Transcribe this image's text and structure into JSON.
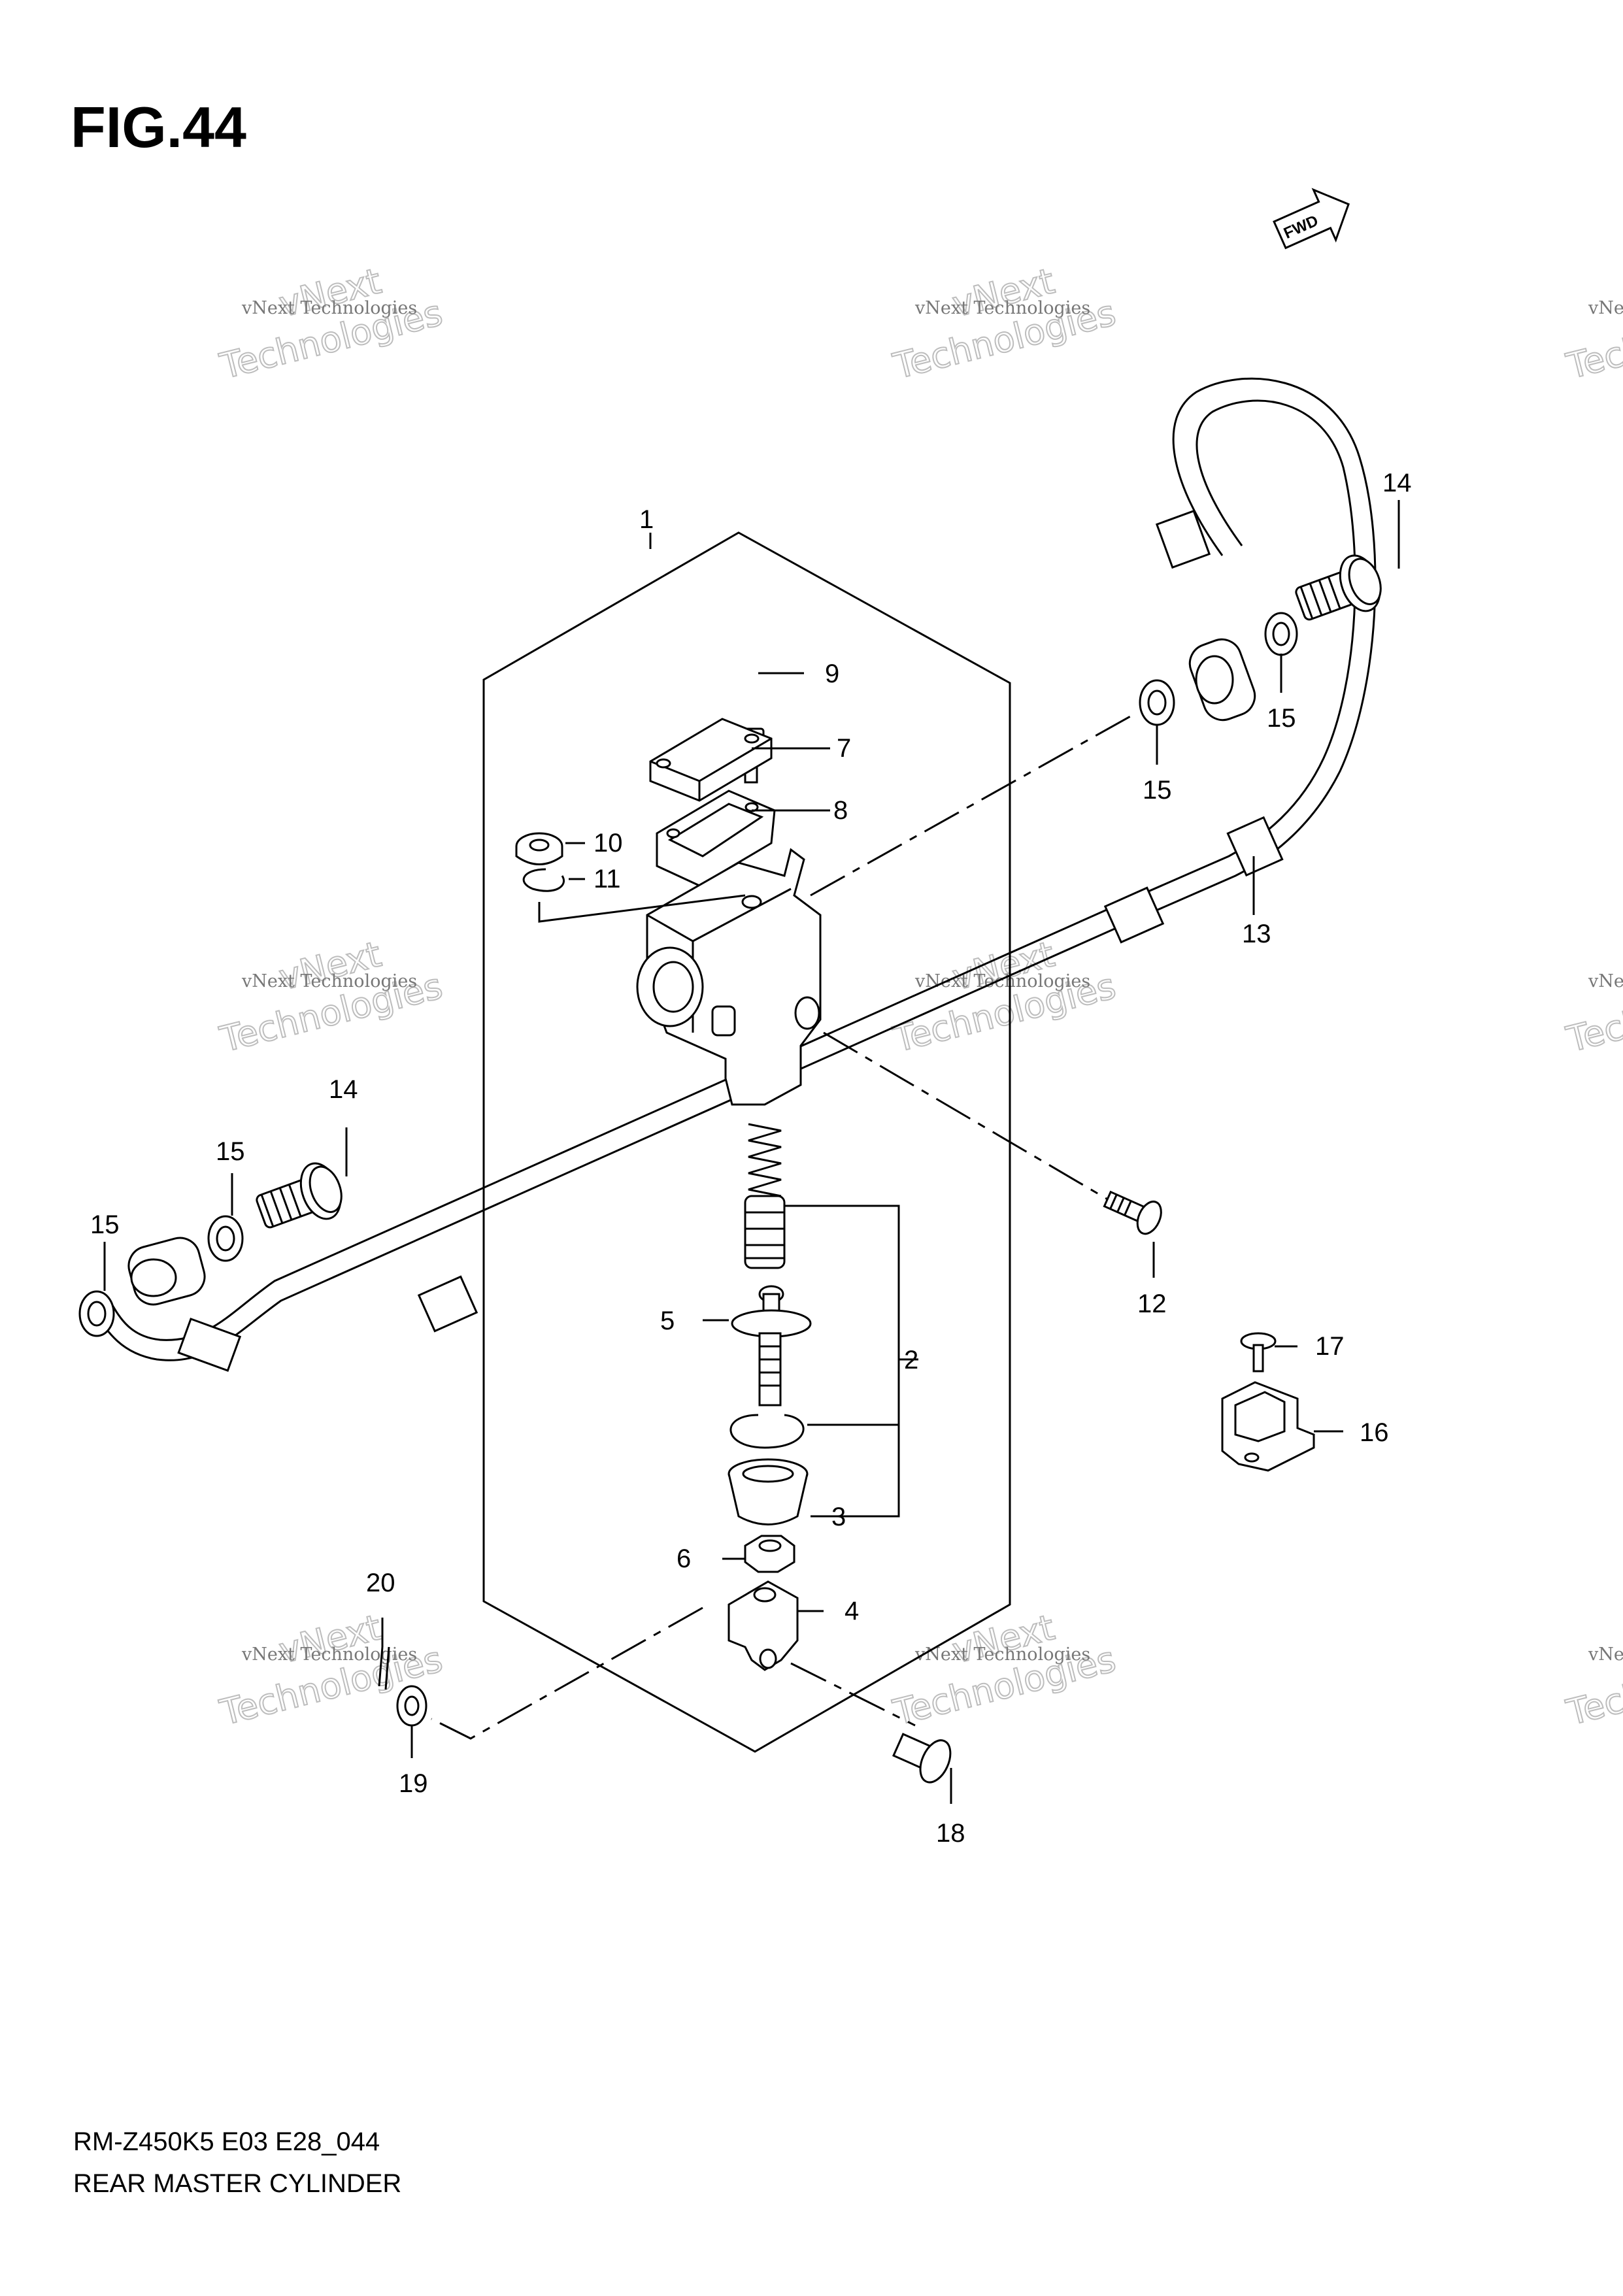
{
  "figure": {
    "title": "FIG.44"
  },
  "watermark": {
    "line1": "vNext Technologies",
    "line2": "vNext",
    "line3": "Technologies"
  },
  "fwd_label": "FWD",
  "callouts": [
    {
      "id": "c1",
      "label": "1"
    },
    {
      "id": "c2",
      "label": "2"
    },
    {
      "id": "c3",
      "label": "3"
    },
    {
      "id": "c4",
      "label": "4"
    },
    {
      "id": "c5",
      "label": "5"
    },
    {
      "id": "c6",
      "label": "6"
    },
    {
      "id": "c7",
      "label": "7"
    },
    {
      "id": "c8",
      "label": "8"
    },
    {
      "id": "c9",
      "label": "9"
    },
    {
      "id": "c10",
      "label": "10"
    },
    {
      "id": "c11",
      "label": "11"
    },
    {
      "id": "c12",
      "label": "12"
    },
    {
      "id": "c13",
      "label": "13"
    },
    {
      "id": "c14a",
      "label": "14"
    },
    {
      "id": "c14b",
      "label": "14"
    },
    {
      "id": "c15a",
      "label": "15"
    },
    {
      "id": "c15b",
      "label": "15"
    },
    {
      "id": "c15c",
      "label": "15"
    },
    {
      "id": "c15d",
      "label": "15"
    },
    {
      "id": "c16",
      "label": "16"
    },
    {
      "id": "c17",
      "label": "17"
    },
    {
      "id": "c18",
      "label": "18"
    },
    {
      "id": "c19",
      "label": "19"
    },
    {
      "id": "c20",
      "label": "20"
    }
  ],
  "footer": {
    "model_code": "RM-Z450K5 E03 E28_044",
    "section_name": "REAR MASTER CYLINDER"
  }
}
